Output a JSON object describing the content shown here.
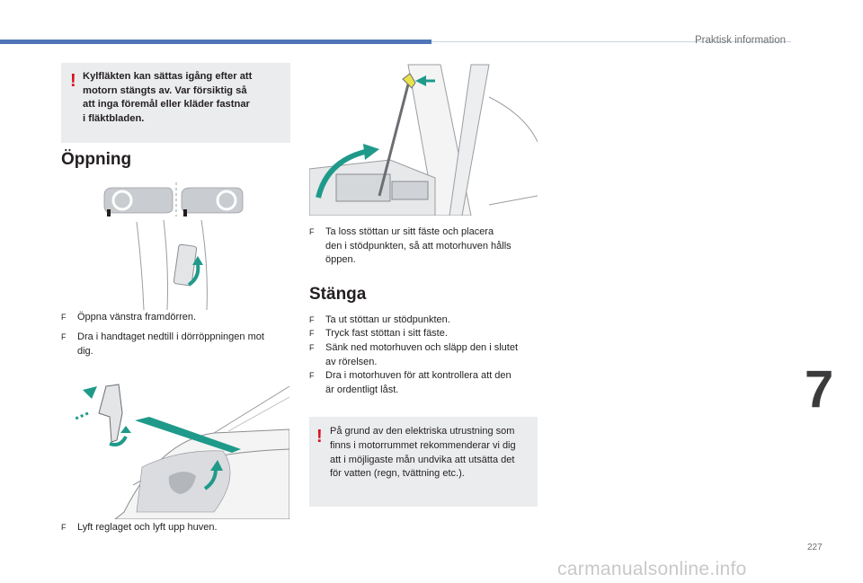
{
  "header": {
    "section_title": "Praktisk information"
  },
  "chapter_number": "7",
  "page_number": "227",
  "watermark": "carmanualsonline.info",
  "warnings": {
    "fan": {
      "lines": [
        "Kylfläkten kan sättas igång efter att",
        "motorn stängts av. Var försiktig så",
        "att inga föremål eller kläder fastnar",
        "i fläktbladen."
      ]
    },
    "water": {
      "lines": [
        "På grund av den elektriska utrustning som",
        "finns i motorrummet rekommenderar vi dig",
        "att i möjligaste mån undvika att utsätta det",
        "för vatten (regn, tvättning etc.)."
      ]
    }
  },
  "opening": {
    "title": "Öppning",
    "steps": [
      {
        "lines": [
          "Öppna vänstra framdörren."
        ]
      },
      {
        "lines": [
          "Dra i handtaget nedtill i dörröppningen mot",
          "dig."
        ]
      },
      {
        "lines": [
          "Lyft reglaget och lyft upp huven."
        ]
      }
    ]
  },
  "prop": {
    "steps": [
      {
        "lines": [
          "Ta loss stöttan ur sitt fäste och placera",
          "den i stödpunkten, så att motorhuven hålls",
          "öppen."
        ]
      }
    ]
  },
  "closing": {
    "title": "Stänga",
    "steps": [
      {
        "lines": [
          "Ta ut stöttan ur stödpunkten."
        ]
      },
      {
        "lines": [
          "Tryck fast stöttan i sitt fäste."
        ]
      },
      {
        "lines": [
          "Sänk ned motorhuven och släpp den i slutet",
          "av rörelsen."
        ]
      },
      {
        "lines": [
          "Dra i motorhuven för att kontrollera att den",
          "är ordentligt låst."
        ]
      }
    ]
  },
  "bullet_symbol": "F",
  "warning_symbol": "!",
  "colors": {
    "accent_blue": "#4f74b8",
    "warning_red": "#d7121f",
    "arrow_teal": "#1f9a8a",
    "box_gray": "#ebecee"
  },
  "icons": {
    "warning": "exclamation-icon",
    "bullet": "checkbox-bullet-icon"
  }
}
